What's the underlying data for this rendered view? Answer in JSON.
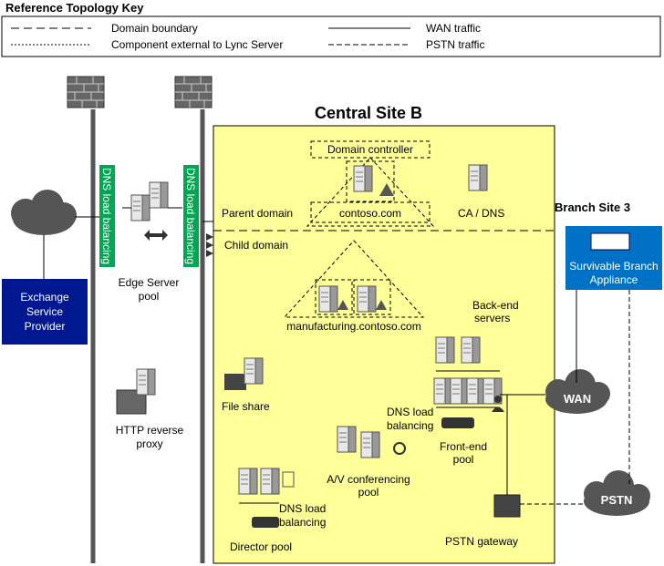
{
  "key": {
    "title": "Reference Topology Key",
    "items": [
      "Domain boundary",
      "Component external to Lync Server",
      "WAN traffic",
      "PSTN traffic"
    ]
  },
  "central_site": {
    "title": "Central Site B",
    "domain_controller": "Domain controller",
    "parent_domain_name": "contoso.com",
    "parent_domain_label": "Parent domain",
    "child_domain_label": "Child domain",
    "child_domain_name": "manufacturing.contoso.com",
    "ca_dns": "CA / DNS",
    "backend_servers": [
      "Back-end",
      "servers"
    ],
    "file_share": "File share",
    "dns_lb_fe": [
      "DNS load",
      "balancing"
    ],
    "frontend_pool": [
      "Front-end",
      "pool"
    ],
    "av_pool": [
      "A/V conferencing",
      "pool"
    ],
    "dns_lb_director": [
      "DNS load",
      "balancing"
    ],
    "director_pool": "Director pool",
    "pstn_gateway": "PSTN gateway"
  },
  "edge": {
    "dns_lb_left": "DNS load balancing",
    "dns_lb_right": "DNS load balancing",
    "edge_pool": [
      "Edge Server",
      "pool"
    ],
    "http_proxy": [
      "HTTP reverse",
      "proxy"
    ]
  },
  "exchange": [
    "Exchange",
    "Service",
    "Provider"
  ],
  "branch": {
    "title": "Branch Site 3",
    "sba": [
      "Survivable Branch",
      "Appliance"
    ]
  },
  "clouds": {
    "wan": "WAN",
    "pstn": "PSTN"
  },
  "colors": {
    "site_fill": "#FFFF99",
    "dns_green": "#00A651",
    "exchange_blue": "#00188F",
    "branch_blue": "#0072C6",
    "cloud": "#555555"
  }
}
